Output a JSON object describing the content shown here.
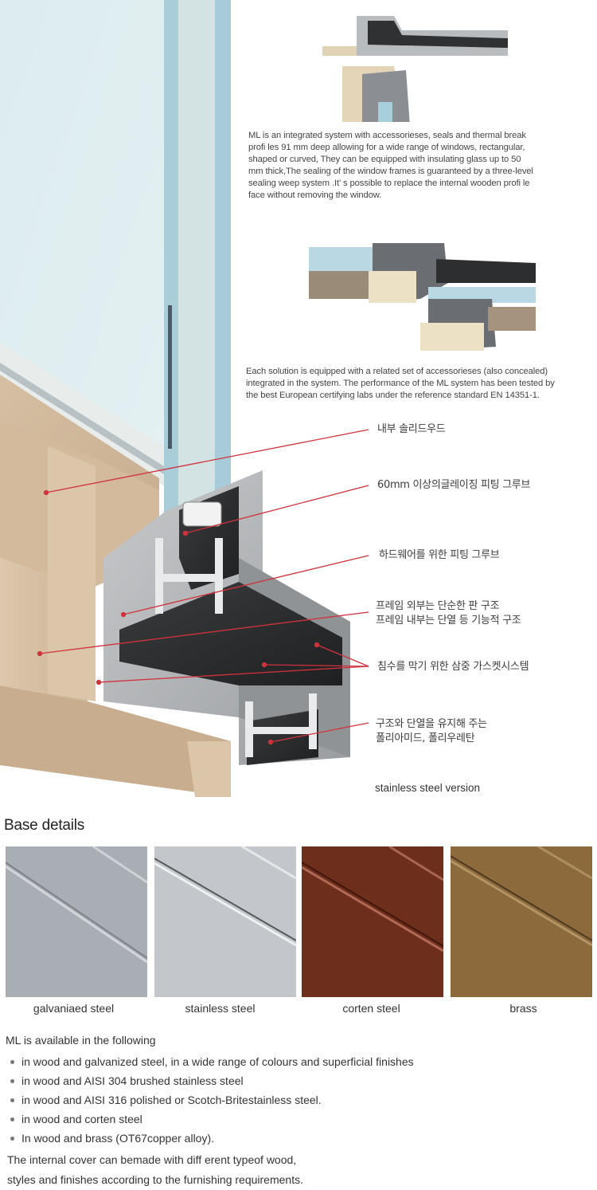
{
  "hero": {
    "caption": "stainless steel version",
    "callouts": [
      {
        "label": "내부 솔리드우드"
      },
      {
        "label": "60mm 이상의글레이징 피팅 그루브"
      },
      {
        "label": "하드웨어를 위한 피팅 그루브"
      },
      {
        "label_line1": "프레임 외부는 단순한 판 구조",
        "label_line2": "프레임 내부는 단열 등 기능적 구조"
      },
      {
        "label": "침수를 막기 위한 삼중 가스켓시스템"
      },
      {
        "label_line1": "구조와 단열을 유지해 주는",
        "label_line2": "폴리아미드, 폴리우레탄"
      }
    ],
    "leader_color": "#d0323c"
  },
  "intro": {
    "paragraph1": [
      "ML is an integrated system with accessorieses, seals and thermal break",
      "profi les 91 mm deep allowing for a wide range of windows, rectangular,",
      "shaped or curved, They can be equipped with insulating glass up to 50",
      "mm thick,The sealing of the window frames is guaranteed by a three-level",
      "sealing weep system  .It’ s possible to replace the internal wooden profi le",
      "face without removing the window."
    ],
    "paragraph2": [
      "Each solution is equipped with a related set of accessorieses (also concealed)",
      "integrated in the system. The performance of the ML system has been tested by",
      "the best European certifying labs under the reference standard EN 14351-1."
    ]
  },
  "base_details": {
    "title": "Base details",
    "swatches": [
      {
        "label": "galvaniaed steel",
        "color": "#a9adb4"
      },
      {
        "label": "stainless steel",
        "color": "#c3c7cb"
      },
      {
        "label": "corten steel",
        "color": "#6e2e1c"
      },
      {
        "label": "brass",
        "color": "#8d6a3c"
      }
    ]
  },
  "availability": {
    "intro": "ML is available in the following",
    "items": [
      "in wood and galvanized steel, in a wide range of colours and superficial finishes",
      "in wood and AISI 304 brushed stainless steel",
      "in wood and AISI 316 polished or Scotch-Britestainless steel.",
      "in wood and corten steel",
      "In wood and brass (OT67copper alloy)."
    ],
    "closing": [
      "The internal cover can bemade with diff erent typeof wood,",
      "styles and finishes according to the furnishing requirements."
    ]
  }
}
